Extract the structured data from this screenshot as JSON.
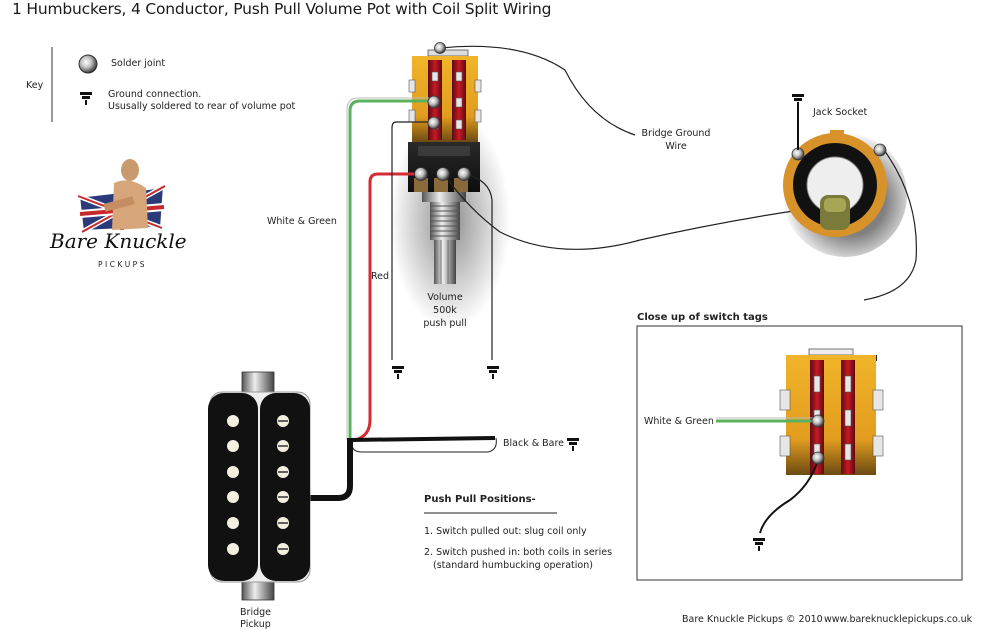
{
  "title": "1 Humbuckers, 4 Conductor, Push Pull Volume Pot with Coil Split Wiring",
  "key": {
    "label": "Key",
    "items": [
      {
        "icon": "solder-joint-icon",
        "text": "Solder joint"
      },
      {
        "icon": "ground-icon",
        "line1": "Ground connection.",
        "line2": "Ususally soldered to rear of volume pot"
      }
    ]
  },
  "logo": {
    "brand": "Bare Knuckle",
    "sub": "PICKUPS"
  },
  "labels": {
    "white_green": "White & Green",
    "red": "Red",
    "volume_line1": "Volume",
    "volume_line2": "500k",
    "volume_line3": "push pull",
    "bridge_ground_line1": "Bridge Ground",
    "bridge_ground_line2": "Wire",
    "jack_socket": "Jack Socket",
    "black_bare": "Black & Bare",
    "bridge_pickup_line1": "Bridge",
    "bridge_pickup_line2": "Pickup"
  },
  "push_pull": {
    "heading": "Push Pull Positions-",
    "item1": "1. Switch pulled out:  slug coil only",
    "item2_line1": "2. Switch pushed in:  both coils in series",
    "item2_line2": "(standard humbucking operation)"
  },
  "closeup": {
    "heading": "Close up of switch tags",
    "wire_label": "White & Green"
  },
  "footer": {
    "copyright": "Bare Knuckle Pickups © 2010",
    "url": "www.bareknucklepickups.co.uk"
  },
  "colors": {
    "switch_body": "#e8a824",
    "switch_strip": "#a3121c",
    "wire_green": "#5cb25c",
    "wire_red": "#d52b33",
    "wire_black": "#111111",
    "jack_ring": "#d8922a"
  }
}
